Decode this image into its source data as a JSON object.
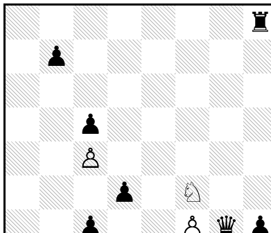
{
  "board": {
    "orientation": "white-bottom",
    "visible_files": [
      "a",
      "b",
      "c",
      "d",
      "e",
      "f",
      "g",
      "h"
    ],
    "visible_ranks": [
      8,
      7,
      6,
      5,
      4,
      3,
      2
    ],
    "pieces": [
      {
        "square": "h8",
        "color": "black",
        "type": "rook",
        "glyph": "♜",
        "icon": "black-rook-icon"
      },
      {
        "square": "b7",
        "color": "black",
        "type": "pawn",
        "glyph": "♟",
        "icon": "black-pawn-icon"
      },
      {
        "square": "c5",
        "color": "black",
        "type": "pawn",
        "glyph": "♟",
        "icon": "black-pawn-icon"
      },
      {
        "square": "c4",
        "color": "white",
        "type": "pawn",
        "glyph": "♙",
        "icon": "white-pawn-icon"
      },
      {
        "square": "d3",
        "color": "black",
        "type": "pawn",
        "glyph": "♟",
        "icon": "black-pawn-icon"
      },
      {
        "square": "f3",
        "color": "white",
        "type": "knight",
        "glyph": "♘",
        "icon": "white-knight-icon"
      },
      {
        "square": "c2",
        "color": "black",
        "type": "pawn",
        "glyph": "♟",
        "icon": "black-pawn-icon"
      },
      {
        "square": "f2",
        "color": "white",
        "type": "pawn",
        "glyph": "♙",
        "icon": "white-pawn-icon"
      },
      {
        "square": "g2",
        "color": "black",
        "type": "queen",
        "glyph": "♛",
        "icon": "black-queen-icon"
      },
      {
        "square": "h2",
        "color": "black",
        "type": "pawn",
        "glyph": "♟",
        "icon": "black-pawn-icon"
      }
    ]
  }
}
